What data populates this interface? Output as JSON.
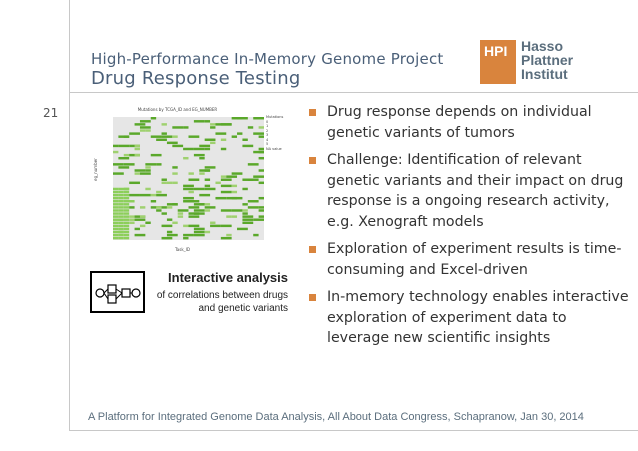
{
  "header": {
    "subtitle": "High-Performance In-Memory Genome Project",
    "title": "Drug Response Testing",
    "page_number": "21"
  },
  "logo": {
    "box_text": "HPI",
    "line1": "Hasso",
    "line2": "Plattner",
    "line3": "Institut",
    "box_color": "#d9843d"
  },
  "chart": {
    "title": "Mutations by TCGA_ID and EG_NUMBER",
    "xlabel": "Task_ID",
    "ylabel": "eg_number",
    "legend_title": "Mutations",
    "legend_items": [
      "0",
      "1",
      "2",
      "3",
      "4",
      "5",
      "NA value"
    ]
  },
  "callout": {
    "title": "Interactive analysis",
    "subtitle_line1": "of correlations between drugs",
    "subtitle_line2": "and genetic variants"
  },
  "bullets": [
    "Drug response depends on individual genetic variants of tumors",
    "Challenge: Identification of relevant genetic variants and their impact on drug response is a ongoing research activity, e.g. Xenograft models",
    "Exploration of experiment results is time-consuming and Excel-driven",
    "In-memory technology enables interactive exploration of experiment data to leverage new scientific insights"
  ],
  "footer": "A Platform for Integrated Genome Data Analysis, All About Data Congress, Schapranow, Jan 30, 2014",
  "colors": {
    "accent": "#d9843d",
    "title": "#4a5f78",
    "heatmap_green": "#5aa82a"
  }
}
